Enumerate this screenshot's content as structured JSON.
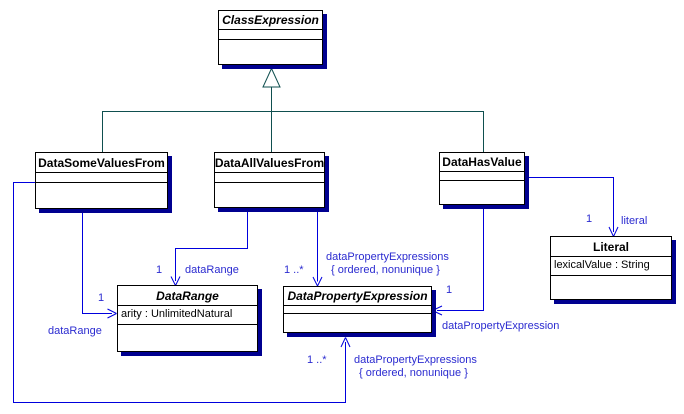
{
  "diagram_type": "uml-class-diagram",
  "classes": {
    "classExpression": {
      "name": "ClassExpression",
      "abstract": true
    },
    "dataSomeValuesFrom": {
      "name": "DataSomeValuesFrom",
      "abstract": false
    },
    "dataAllValuesFrom": {
      "name": "DataAllValuesFrom",
      "abstract": false
    },
    "dataHasValue": {
      "name": "DataHasValue",
      "abstract": false
    },
    "dataRange": {
      "name": "DataRange",
      "abstract": true,
      "attribute": "arity : UnlimitedNatural"
    },
    "dataPropertyExpression": {
      "name": "DataPropertyExpression",
      "abstract": true
    },
    "literal": {
      "name": "Literal",
      "abstract": false,
      "attribute": "lexicalValue : String"
    }
  },
  "generalizations": [
    {
      "from": "DataSomeValuesFrom",
      "to": "ClassExpression"
    },
    {
      "from": "DataAllValuesFrom",
      "to": "ClassExpression"
    },
    {
      "from": "DataHasValue",
      "to": "ClassExpression"
    }
  ],
  "associations": {
    "someValuesToDataRange": {
      "multiplicity": "1",
      "role": "dataRange"
    },
    "someValuesToDpe": {
      "multiplicity": "1 ..*",
      "role": "dataPropertyExpressions",
      "constraint": "{ ordered, nonunique }"
    },
    "allValuesToDataRange": {
      "multiplicity": "1",
      "role": "dataRange"
    },
    "allValuesToDpe": {
      "multiplicity": "1 ..*",
      "role": "dataPropertyExpressions",
      "constraint": "{ ordered, nonunique }"
    },
    "hasValueToDpe": {
      "multiplicity": "1",
      "role": "dataPropertyExpression"
    },
    "hasValueToLiteral": {
      "multiplicity": "1",
      "role": "literal"
    }
  },
  "colors": {
    "association": "#0000dd",
    "label": "#2b2bd0",
    "generalization": "#0f4f4f",
    "shadow": "#000090",
    "border": "#000000",
    "background": "#ffffff"
  }
}
